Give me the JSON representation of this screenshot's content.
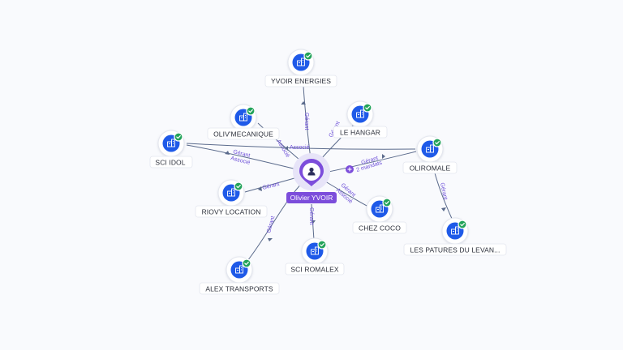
{
  "center": {
    "label": "Olivier YVOIR"
  },
  "companies": [
    {
      "id": "yvoir-energies",
      "label": "YVOIR ENERGIES"
    },
    {
      "id": "oliv-mecanique",
      "label": "OLIV'MECANIQUE"
    },
    {
      "id": "le-hangar",
      "label": "LE HANGAR"
    },
    {
      "id": "sci-idol",
      "label": "SCI IDOL"
    },
    {
      "id": "oliromale",
      "label": "OLIROMALE"
    },
    {
      "id": "riovy-location",
      "label": "RIOVY LOCATION"
    },
    {
      "id": "chez-coco",
      "label": "CHEZ COCO"
    },
    {
      "id": "sci-romalex",
      "label": "SCI ROMALEX"
    },
    {
      "id": "les-patures",
      "label": "LES PATURES DU LEVAN..."
    },
    {
      "id": "alex-transports",
      "label": "ALEX TRANSPORTS"
    }
  ],
  "edges": [
    {
      "from": "center",
      "to": "yvoir-energies",
      "labels": [
        "Gérant"
      ]
    },
    {
      "from": "center",
      "to": "oliv-mecanique",
      "labels": [
        "Associé"
      ]
    },
    {
      "from": "center",
      "to": "le-hangar",
      "labels": [
        "Gérant"
      ]
    },
    {
      "from": "center",
      "to": "sci-idol",
      "labels": [
        "Gérant",
        "Associé"
      ]
    },
    {
      "from": "oliromale",
      "to": "sci-idol",
      "labels": [
        "Associé"
      ]
    },
    {
      "from": "center",
      "to": "oliromale",
      "labels": [
        "Gérant",
        "2 mandats"
      ]
    },
    {
      "from": "center",
      "to": "riovy-location",
      "labels": [
        "Gérant"
      ]
    },
    {
      "from": "center",
      "to": "chez-coco",
      "labels": [
        "Gérant",
        "Associé"
      ]
    },
    {
      "from": "center",
      "to": "sci-romalex",
      "labels": [
        "Gérant"
      ]
    },
    {
      "from": "center",
      "to": "alex-transports",
      "labels": [
        "Gérant"
      ]
    },
    {
      "from": "oliromale",
      "to": "les-patures",
      "labels": [
        "Gérant"
      ]
    }
  ],
  "colors": {
    "company": "#1f5ae8",
    "verified": "#22a35a",
    "person": "#7c4ddb",
    "edge": "#5b6b8c",
    "edge_label": "#6d4fd8"
  },
  "icons": {
    "company": "building-icon",
    "verified": "check-circle-icon",
    "person": "person-icon",
    "more_mandates": "plus-icon"
  }
}
